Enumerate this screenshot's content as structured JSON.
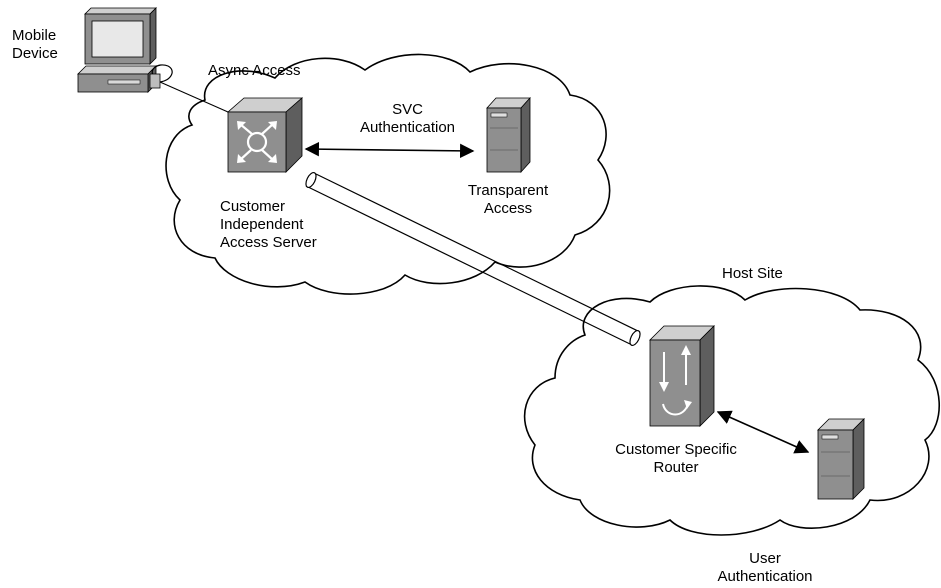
{
  "labels": {
    "mobile_device": [
      "Mobile",
      "Device"
    ],
    "async_access": "Async Access",
    "svc_authentication": [
      "SVC",
      "Authentication"
    ],
    "transparent_access": [
      "Transparent",
      "Access"
    ],
    "access_server": [
      "Customer",
      "Independent",
      "Access Server"
    ],
    "host_site": "Host Site",
    "customer_router": [
      "Customer Specific",
      "Router"
    ],
    "user_authentication": [
      "User",
      "Authentication"
    ]
  },
  "icons": {
    "mobile_device": "computer-icon",
    "access_server": "access-server-icon",
    "transparent_access": "server-icon",
    "customer_router": "router-icon",
    "user_authentication": "server-icon"
  },
  "colors": {
    "cloud_fill": "#ffffff",
    "outline": "#000000",
    "device_front": "#8f8f8f",
    "device_side": "#5e5e5e",
    "device_top": "#c9c9c9"
  }
}
